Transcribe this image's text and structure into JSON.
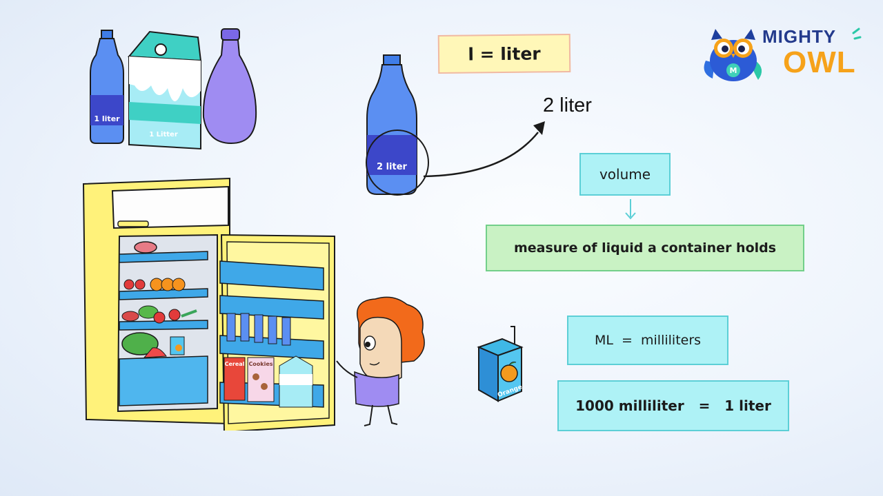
{
  "brand": {
    "line1": "MIGHTY",
    "line2": "OWL",
    "badge_letter": "M"
  },
  "labels": {
    "liter_def": "l = liter",
    "two_liter_callout": "2 liter",
    "volume": "volume",
    "volume_def": "measure of liquid a container holds",
    "ml_def": "ML  =  milliliters",
    "conversion": "1000 milliliter   =   1 liter"
  },
  "containers": {
    "water_bottle": "1 liter",
    "milk_carton": "1 Litter",
    "big_bottle": "2 liter",
    "juice_box": "Orange"
  },
  "fridge_items": {
    "cereal": "Cereal",
    "cookies": "Cookies"
  },
  "colors": {
    "bottle_blue": "#5b8ff2",
    "fridge_yellow": "#fff27a",
    "card_cyan": "#aef2f6",
    "card_green": "#c9f2c4",
    "card_yellow": "#fff7b8",
    "brand_navy": "#233a8c",
    "brand_orange": "#f6a21a"
  }
}
